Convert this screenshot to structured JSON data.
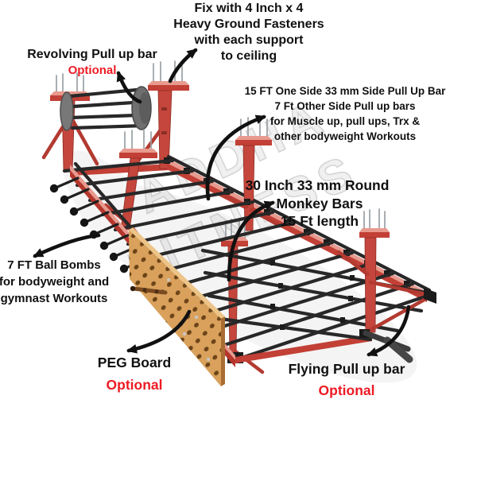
{
  "watermark": {
    "line1": "ADDHA",
    "line2": "FITNESS"
  },
  "annotations": {
    "ceiling_fix": {
      "lines": [
        "Fix with 4 Inch x 4",
        "Heavy Ground Fasteners",
        "with each support",
        "to ceiling"
      ]
    },
    "revolving_bar": {
      "label": "Revolving Pull up bar",
      "optional": "Optional"
    },
    "side_pull_up_bars": {
      "lines": [
        "15 FT  One Side 33 mm Side Pull Up Bar",
        "7 Ft Other Side Pull up bars",
        "for Muscle up, pull ups, Trx &",
        "other bodyweight Workouts"
      ]
    },
    "monkey_bars": {
      "lines": [
        "30 Inch 33 mm Round",
        "Monkey Bars",
        "15 Ft length"
      ]
    },
    "ball_bombs": {
      "lines": [
        "7 FT Ball Bombs",
        "for bodyweight and",
        "gymnast Workouts"
      ]
    },
    "peg_board": {
      "label": "PEG Board",
      "optional": "Optional"
    },
    "flying_bar": {
      "label": "Flying Pull up bar",
      "optional": "Optional"
    }
  },
  "colors": {
    "frame_red": "#c24036",
    "frame_red_light": "#e89a8e",
    "bar_black": "#282828",
    "optional_red": "#ed1b24",
    "text_black": "#101010",
    "wood": "#d9a15c",
    "watermark_gray": "#d2d2d2",
    "bolt_gray": "#9aa0a4"
  }
}
